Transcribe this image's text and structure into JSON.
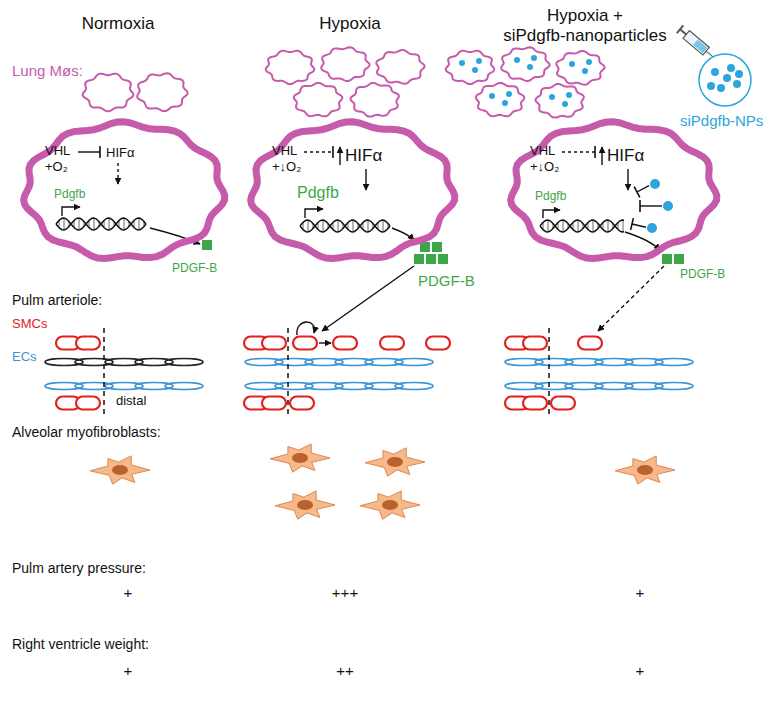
{
  "diagram": {
    "nodes": [
      {
        "text": [
          "VHL",
          "+O₂",
          "HIFα",
          "Pdgfb"
        ]
      },
      {
        "text": [
          "VHL",
          "+↓O₂",
          "HIFα",
          "Pdgfb"
        ]
      },
      {
        "text": [
          "VHL",
          "+↓O₂",
          "HIFα",
          "Pdgfb"
        ]
      }
    ],
    "labels": [
      "Normoxia",
      "Hypoxia",
      "Hypoxia + siPdgfb-nanoparticles",
      "Lung Møs:",
      "siPdgfb-NPs",
      "PDGF-B",
      "PDGF-B",
      "PDGF-B",
      "Pulm arteriole:",
      "SMCs",
      "ECs",
      "distal",
      "Alveolar myofibroblasts:",
      "Pulm artery pressure:",
      "+",
      "+++",
      "+",
      "Right ventricle weight:",
      "+",
      "++",
      "+"
    ]
  }
}
